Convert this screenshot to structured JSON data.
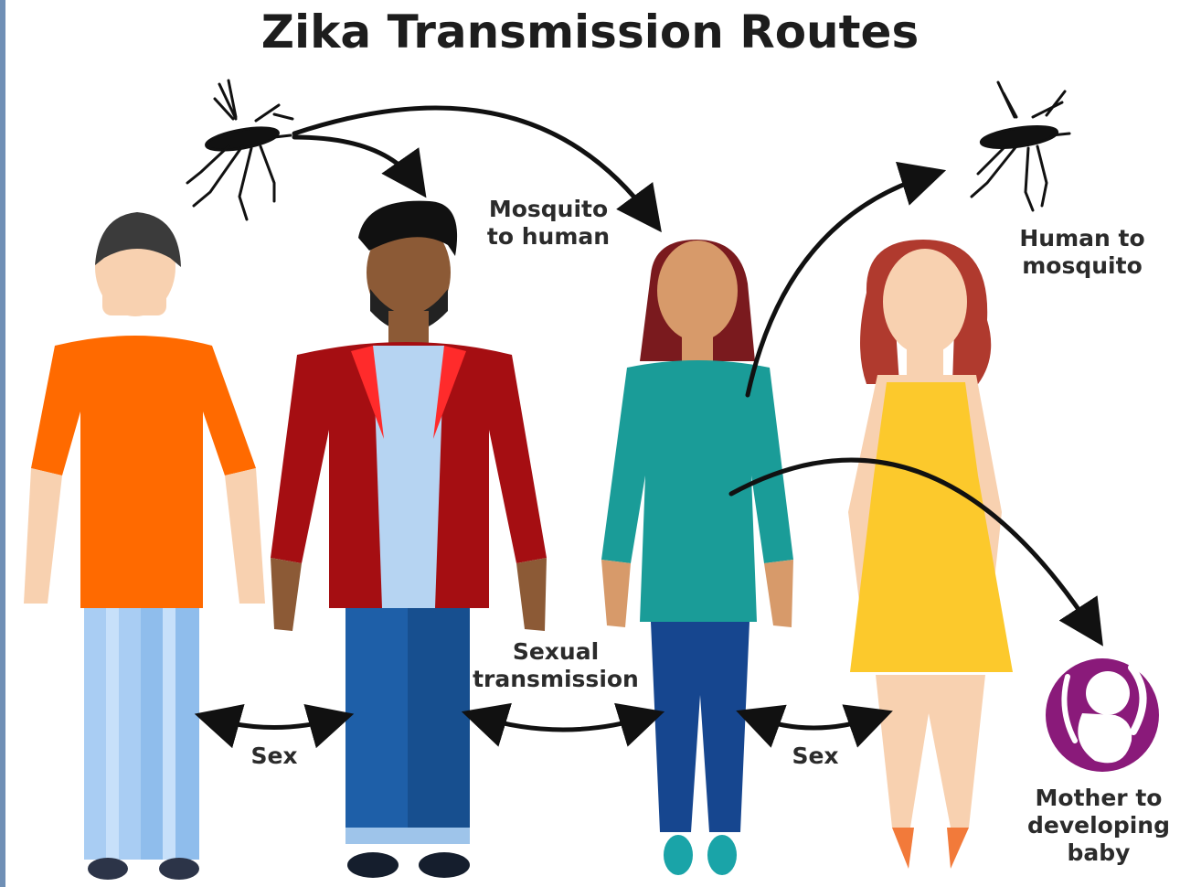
{
  "title": "Zika Transmission Routes",
  "labels": {
    "mosquito_to_human": "Mosquito\nto human",
    "human_to_mosquito": "Human to\nmosquito",
    "sexual_transmission": "Sexual\ntransmission",
    "sex_left": "Sex",
    "sex_right": "Sex",
    "mother_to_baby": "Mother to\ndeveloping\nbaby"
  },
  "colors": {
    "orange_shirt": "#ff6a00",
    "red_jacket": "#a50e12",
    "teal_top": "#1a9c98",
    "yellow_dress": "#fcc92c",
    "fetus_badge": "#8a1a7a",
    "arrow": "#111111"
  },
  "icons": [
    "mosquito-icon",
    "fetus-icon"
  ]
}
